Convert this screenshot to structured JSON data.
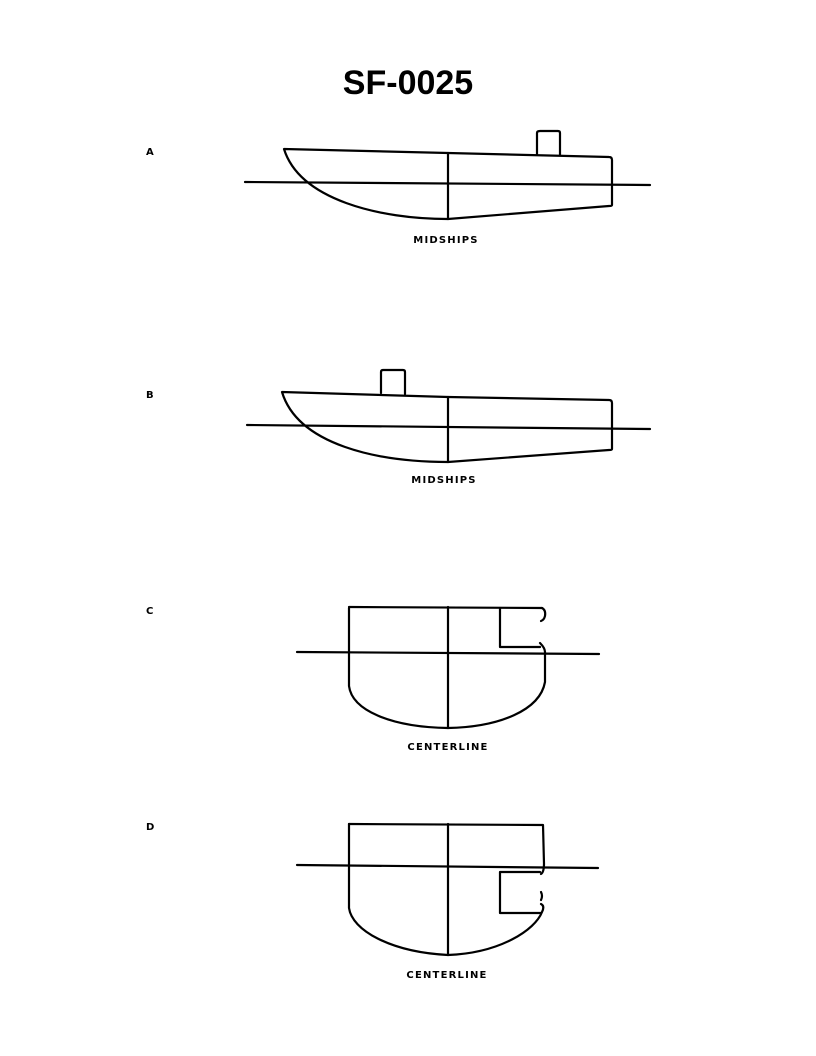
{
  "page": {
    "title": "SF-0025",
    "background": "#ffffff",
    "ink_color": "#000000"
  },
  "figures": [
    {
      "id": "A",
      "letter": "A",
      "caption": "MIDSHIPS",
      "view": "profile",
      "funnel_position": "aft",
      "description": "Side profile of hull, bow left, superstructure box near stern, waterline and midships line"
    },
    {
      "id": "B",
      "letter": "B",
      "caption": "MIDSHIPS",
      "view": "profile",
      "funnel_position": "forward",
      "description": "Side profile of hull, bow left, superstructure box forward of midships, waterline and midships line"
    },
    {
      "id": "C",
      "letter": "C",
      "caption": "CENTERLINE",
      "view": "section",
      "damage_position": "above waterline",
      "description": "Transverse section with starboard notch above waterline, waterline and centerline"
    },
    {
      "id": "D",
      "letter": "D",
      "caption": "CENTERLINE",
      "view": "section",
      "damage_position": "below waterline",
      "description": "Transverse section with starboard notch below waterline, waterline and centerline"
    }
  ]
}
